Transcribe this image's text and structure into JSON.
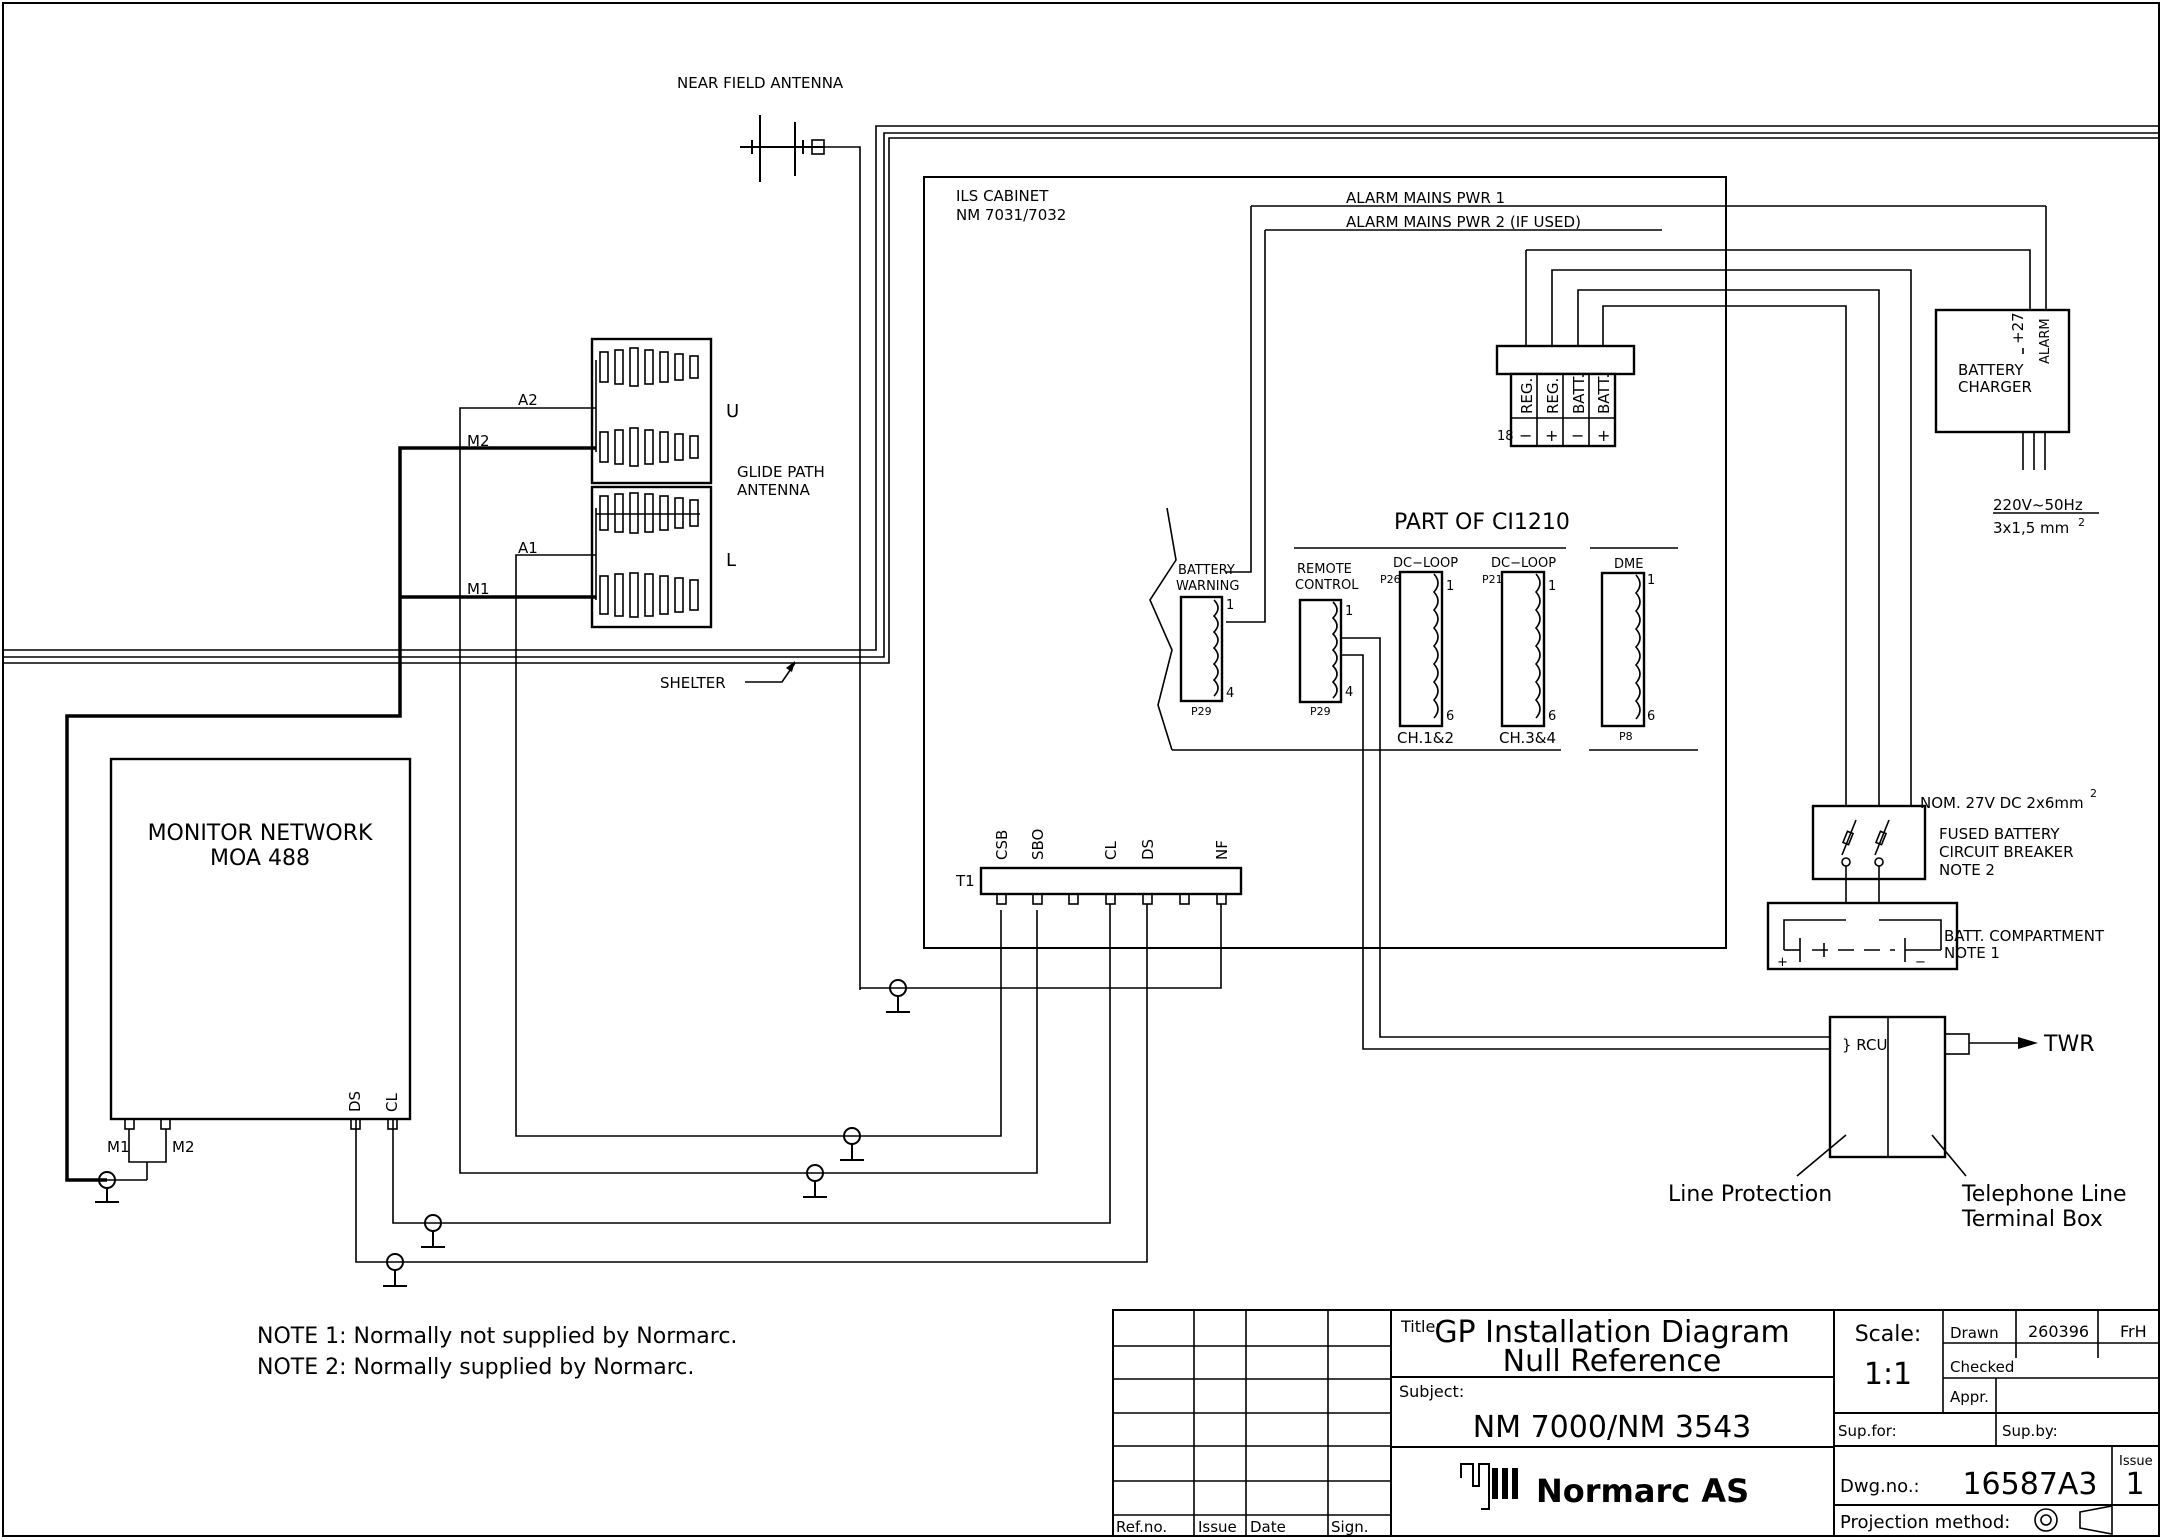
{
  "antenna": {
    "near_field": "NEAR FIELD ANTENNA",
    "glide_path_1": "GLIDE PATH",
    "glide_path_2": "ANTENNA",
    "upper": "U",
    "lower": "L"
  },
  "feeds": {
    "a2": "A2",
    "m2": "M2",
    "a1": "A1",
    "m1": "M1"
  },
  "shelter": "SHELTER",
  "cabinet": {
    "line1": "ILS CABINET",
    "line2": "NM 7031/7032"
  },
  "alarm": {
    "pwr1": "ALARM MAINS PWR 1",
    "pwr2": "ALARM MAINS PWR 2 (IF USED)"
  },
  "terminal18": {
    "number": "18",
    "cols": [
      "REG.",
      "REG.",
      "BATT.",
      "BATT."
    ],
    "signs": [
      "−",
      "+",
      "−",
      "+"
    ]
  },
  "charger": {
    "line1": "BATTERY",
    "line2": "CHARGER",
    "plus27": "+27",
    "alarm": "ALARM",
    "supply": "220V~50Hz",
    "cable": "3x1,5 mm"
  },
  "ci1210": {
    "title": "PART OF CI1210",
    "battery_warning_1": "BATTERY",
    "battery_warning_2": "WARNING",
    "remote_1": "REMOTE",
    "remote_2": "CONTROL",
    "dcloop_a": "DC−LOOP",
    "dcloop_b": "DC−LOOP",
    "dme": "DME",
    "p29a": "P29",
    "p29b": "P29",
    "p26": "P26",
    "p21": "P21",
    "p8": "P8",
    "ch12": "CH.1&2",
    "ch34": "CH.3&4",
    "pin1": "1",
    "pin4": "4",
    "pin6": "6"
  },
  "t1": {
    "label": "T1",
    "pins": [
      "CSB",
      "SBO",
      "CL",
      "DS",
      "NF"
    ]
  },
  "monitor": {
    "line1": "MONITOR NETWORK",
    "line2": "MOA 488",
    "ds": "DS",
    "cl": "CL",
    "m1": "M1",
    "m2": "M2"
  },
  "breaker": {
    "nom": "NOM. 27V DC 2x6mm",
    "sup2": "2",
    "line1": "FUSED BATTERY",
    "line2": "CIRCUIT BREAKER",
    "line3": "NOTE 2"
  },
  "batt_comp": {
    "line1": "BATT. COMPARTMENT",
    "line2": "NOTE 1"
  },
  "rcu": {
    "label": "} RCU",
    "twr": "TWR",
    "line_protection": "Line Protection",
    "tel_1": "Telephone Line",
    "tel_2": "Terminal Box"
  },
  "notes": {
    "n1": "NOTE 1:  Normally not supplied by Normarc.",
    "n2": "NOTE 2:  Normally supplied by Normarc."
  },
  "title_block": {
    "title_label": "Title:",
    "title_1": "GP Installation Diagram",
    "title_2": "Null Reference",
    "subject_label": "Subject:",
    "subject": "NM 7000/NM 3543",
    "company": "Normarc AS",
    "scale_label": "Scale:",
    "scale": "1:1",
    "drawn_label": "Drawn",
    "drawn_date": "260396",
    "drawn_by": "FrH",
    "checked_label": "Checked",
    "appr_label": "Appr.",
    "supfor_label": "Sup.for:",
    "supby_label": "Sup.by:",
    "dwg_label": "Dwg.no.:",
    "dwg": "16587A3",
    "issue_label": "Issue",
    "issue": "1",
    "projection_label": "Projection method:",
    "rev_headers": [
      "Ref.no.",
      "Issue",
      "Date",
      "Sign."
    ]
  }
}
